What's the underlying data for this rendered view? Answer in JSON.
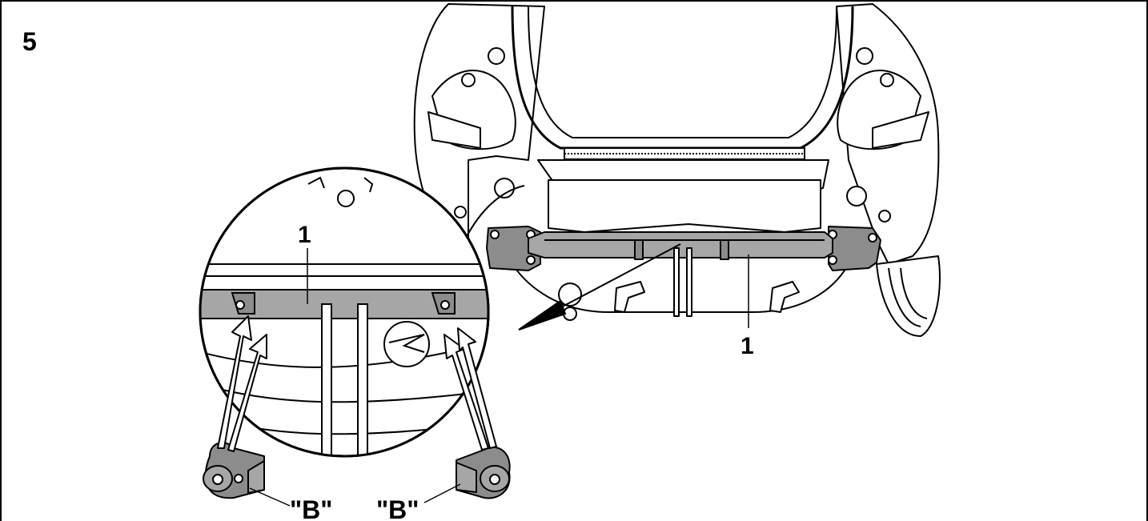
{
  "step_number": "5",
  "callouts": {
    "part_1_detail": "1",
    "part_1_main": "1",
    "part_b_left": "\"B\"",
    "part_b_right": "\"B\""
  },
  "colors": {
    "line": "#000000",
    "part_fill": "#a6a6a6",
    "bracket_fill": "#8c8c8c",
    "background": "#ffffff"
  }
}
